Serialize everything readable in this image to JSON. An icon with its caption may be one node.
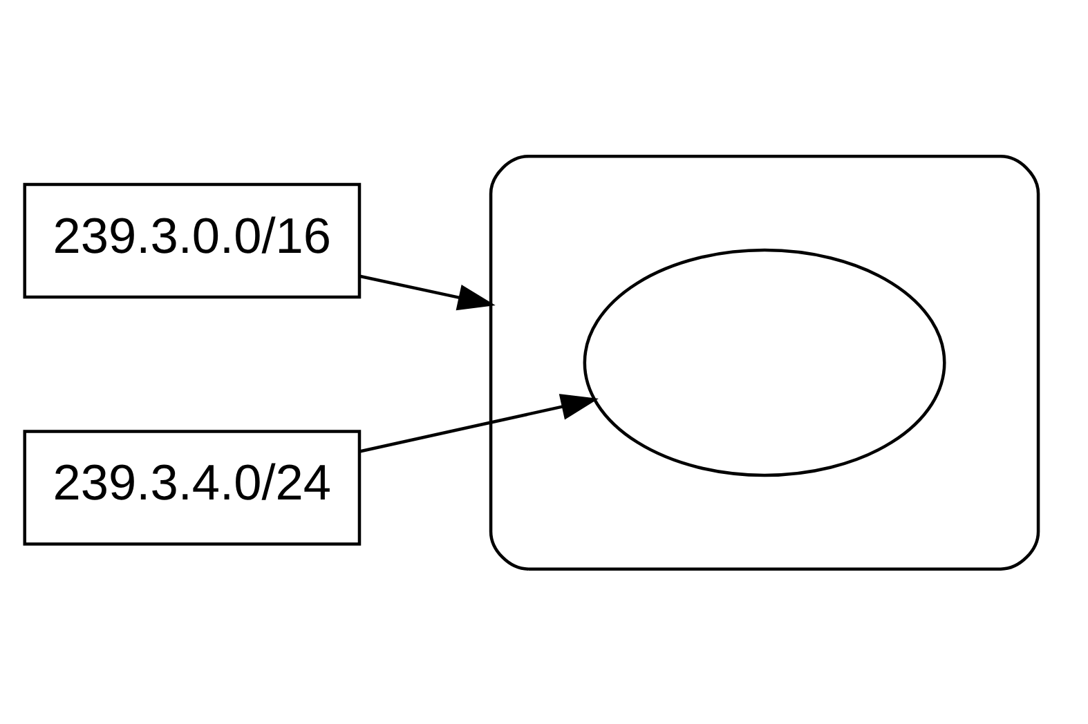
{
  "diagram": {
    "nodes": [
      {
        "text": [
          "239.3.0.0/16"
        ]
      },
      {
        "text": [],
        "shape": "cloud"
      },
      {
        "text": [],
        "shape": "cloud",
        "in": 1
      },
      {
        "text": [
          "239.3.4.0/24"
        ]
      }
    ],
    "edges": [
      {
        "from": 0,
        "to": 1,
        "arrow": "to"
      },
      {
        "from": 3,
        "to": 2,
        "arrow": "to"
      }
    ]
  }
}
